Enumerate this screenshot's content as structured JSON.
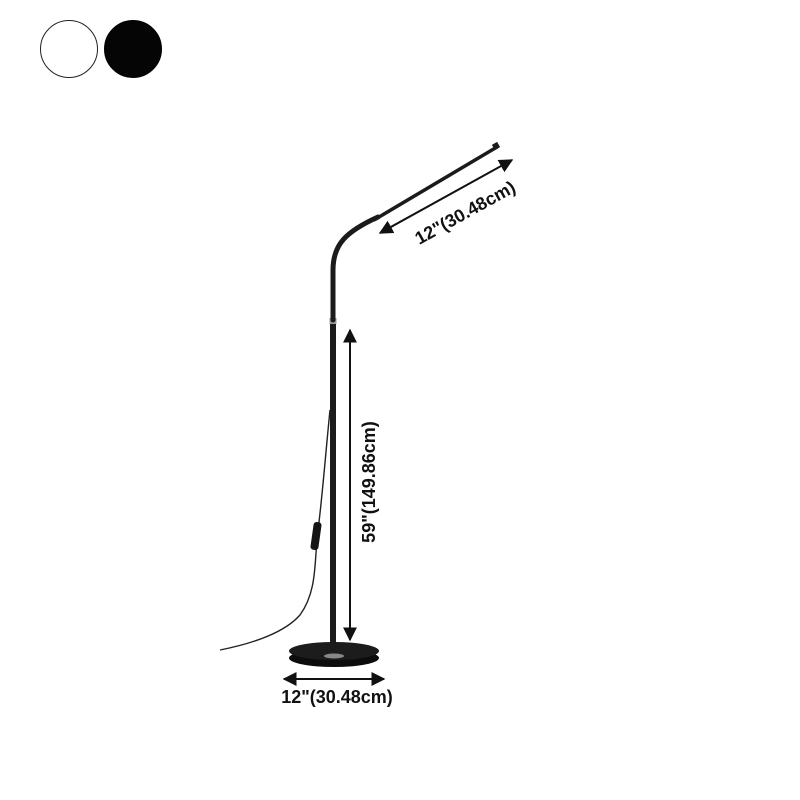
{
  "color_options": [
    {
      "name": "White",
      "color": "#ffffff"
    },
    {
      "name": "Black",
      "color": "#050505"
    }
  ],
  "colors": {
    "lamp_body": "#1b1b1b",
    "base": "#151515",
    "cord": "#222222",
    "dimension_line": "#111111"
  },
  "dimensions": {
    "arm_length": "12\"(30.48cm)",
    "pole_height": "59\"(149.86cm)",
    "base_width": "12\"(30.48cm)"
  }
}
